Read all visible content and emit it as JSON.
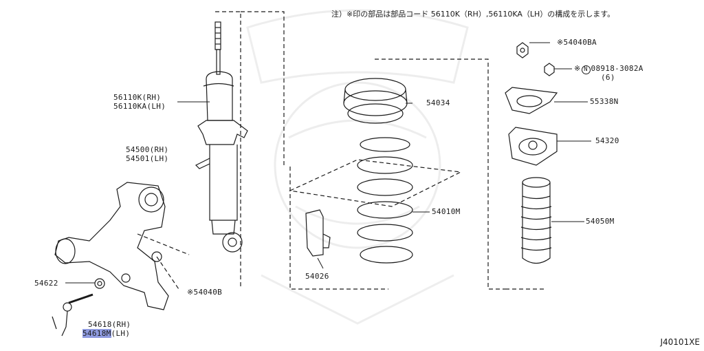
{
  "note": "注）※印の部品は部品コード 56110K（RH）,56110KA（LH）の構成を示します。",
  "labels": {
    "strut_rh": "56110K(RH)",
    "strut_lh": "56110KA(LH)",
    "arm_rh": "54500(RH)",
    "arm_lh": "54501(LH)",
    "bushing": "54622",
    "bolt": "※54040B",
    "link_rh": "54618(RH)",
    "link_lh_code": "54618M",
    "link_lh_side": "(LH)",
    "seat": "54034",
    "spring": "54010M",
    "bumper": "54026",
    "nut_top": "※54040BA",
    "nut_small": "※",
    "nut_small_circle": "N",
    "nut_small_code": "08918-3082A",
    "nut_small_qty": "(6)",
    "plate": "55338N",
    "mount": "54320",
    "boot": "54050M"
  },
  "diagram_code": "J40101XE",
  "colors": {
    "line": "#1a1a1a",
    "highlight": "#8f9be0"
  }
}
